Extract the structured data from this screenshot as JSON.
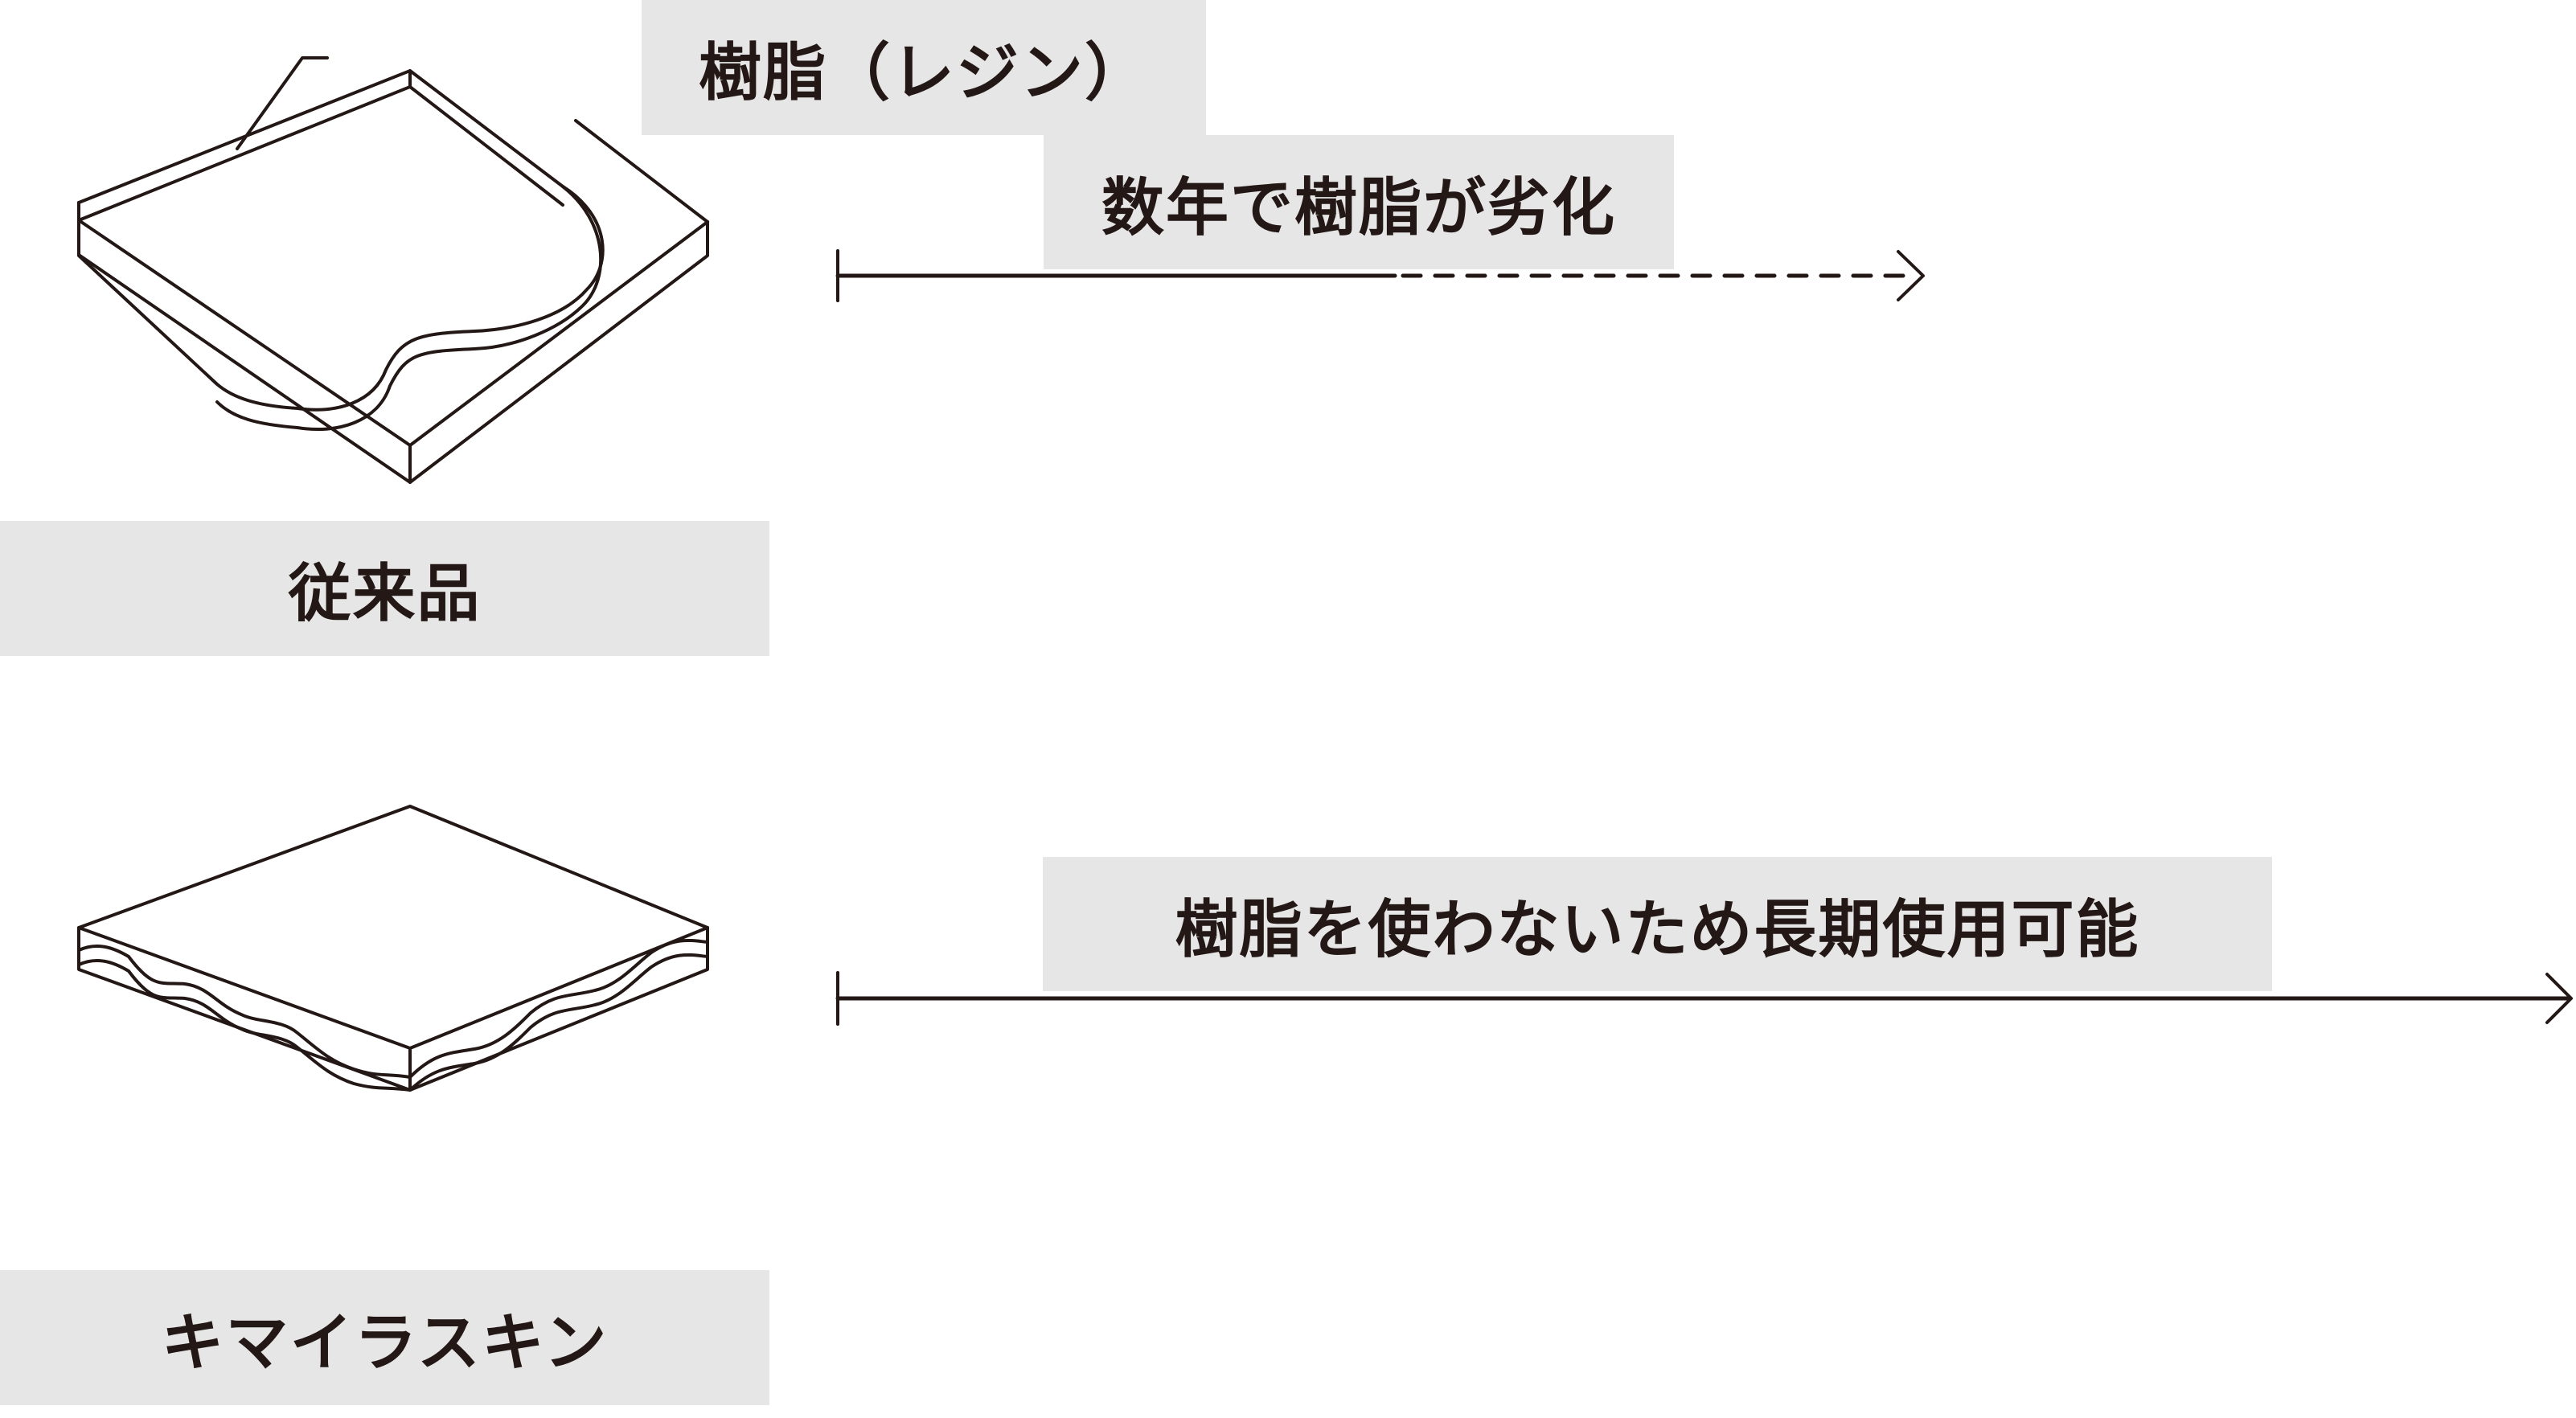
{
  "conventional": {
    "name": "従来品",
    "callout": "樹脂（レジン）",
    "timeline_note": "数年で樹脂が劣化",
    "timeline_style": "solid-then-dashed"
  },
  "chimera_skin": {
    "name": "キマイラスキン",
    "timeline_note": "樹脂を使わないため長期使用可能",
    "timeline_style": "solid"
  },
  "colors": {
    "stroke": "#231815",
    "label_background": "#e6e6e6",
    "background": "#ffffff"
  }
}
